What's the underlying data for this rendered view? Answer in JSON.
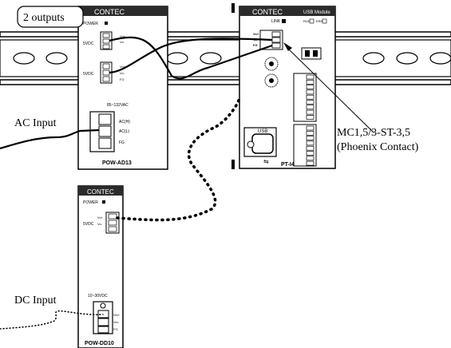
{
  "callouts": {
    "outputs": "2 outputs",
    "ac_input": "AC Input",
    "dc_input": "DC Input",
    "connector_line1": "MC1,5/3-ST-3,5",
    "connector_line2": "(Phoenix Contact)"
  },
  "modules": {
    "pow_ad13": {
      "brand": "CONTEC",
      "power_label": "POWER",
      "output_label_1": "5VDC",
      "output_label_2": "5VDC",
      "pin_a": "Vo+",
      "pin_b": "Vo-",
      "pin_fg": "FG",
      "ac_range": "85~132VAC",
      "ac_pin_1": "AC(H)",
      "ac_pin_2": "AC(L)",
      "ac_pin_fg": "FG",
      "model": "POW-AD13"
    },
    "usb_module": {
      "brand": "CONTEC",
      "title": "USB Module",
      "link_label": "LINK",
      "run_label": "RUN",
      "err_label": "ERR",
      "pin_a": "Vo+",
      "pin_b": "Vo-",
      "pin_fg": "FG",
      "port_label": "USB",
      "model": "PT-I4"
    },
    "pow_dd10": {
      "brand": "CONTEC",
      "power_label": "POWER",
      "output_label": "5VDC",
      "pin_a": "Vo+",
      "pin_b": "Vo-",
      "dc_range": "10~30VDC",
      "dc_pin_1": "Vin+",
      "dc_pin_2": "Vin-",
      "dc_pin_fg": "FG",
      "model": "POW-DD10"
    }
  },
  "colors": {
    "module_body": "#ffffff",
    "module_header": "#2b2b2b",
    "line": "#000000"
  }
}
